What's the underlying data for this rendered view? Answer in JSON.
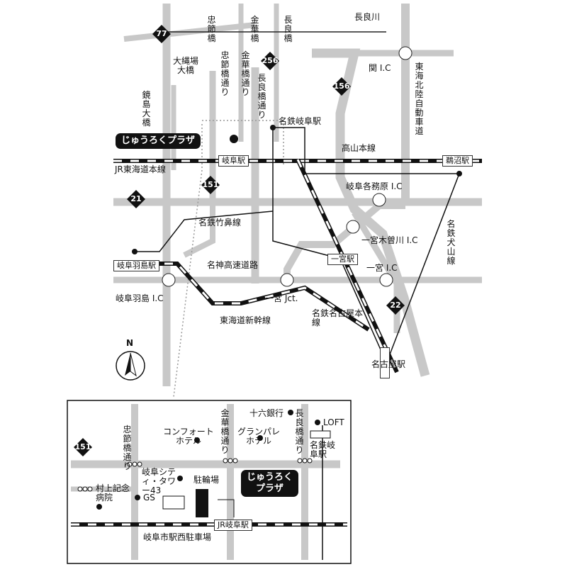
{
  "callouts": {
    "main": "じゅうろくプラザ",
    "inset_line1": "じゅうろく",
    "inset_line2": "プラザ"
  },
  "routes": {
    "r77": "77",
    "r256": "256",
    "r156": "156",
    "r21": "21",
    "r151": "151",
    "r22": "22",
    "inset_r151": "151"
  },
  "rivers": {
    "nagara": "長良川"
  },
  "bridges": {
    "chusetsu": "忠節橋",
    "kinka": "金華橋",
    "nagara": "長良橋",
    "onawaba": "大縄場大橋",
    "kagamishima": "鏡島大橋"
  },
  "streets": {
    "chusetsu": "忠節橋通り",
    "kinka": "金華橋通り",
    "nagara": "長良橋通り",
    "meishin": "名神高速道路",
    "tokaido_shinkansen": "東海道新幹線",
    "tokai_hokuriku": "東海北陸自動車道"
  },
  "stations": {
    "gifu": "岐阜駅",
    "meitetsu_gifu": "名鉄岐阜駅",
    "unuma": "鵜沼駅",
    "gifu_hashima": "岐阜羽島駅",
    "ichinomiya": "一宮駅",
    "nagoya": "名古屋駅"
  },
  "lines": {
    "jr_tokaido": "JR東海道本線",
    "takayama": "高山本線",
    "meitetsu_takehana": "名鉄竹鼻線",
    "meitetsu_nagoya": "名鉄名古屋本線",
    "meitetsu_inuyama": "名鉄犬山線"
  },
  "ics": {
    "seki": "関 I.C",
    "gifu_kakamigahara": "岐阜各務原 I.C",
    "ichinomiya_kisogawa": "一宮木曽川 I.C",
    "ichinomiya": "一宮 I.C",
    "gifu_hashima": "岐阜羽島 I.C",
    "ichinomiya_jct": "一宮 Jct."
  },
  "compass": "N",
  "inset": {
    "chusetsu_dori": "忠節橋通り",
    "kinka_dori": "金華橋通り",
    "nagara_dori": "長良橋通り",
    "comfort_hotel": "コンフォートホテル",
    "granpale_hotel": "グランパレホテル",
    "juroku_bank": "十六銀行",
    "loft": "LOFT",
    "meitetsu_gifu": "名鉄岐阜駅",
    "gifu_city_tower": "岐阜シティ・タワー43",
    "bicycle_parking": "駐輪場",
    "murakami_hospital": "村上記念病院",
    "gs": "GS",
    "jr_gifu": "JR岐阜駅",
    "west_parking": "岐阜市駅西駐車場"
  }
}
